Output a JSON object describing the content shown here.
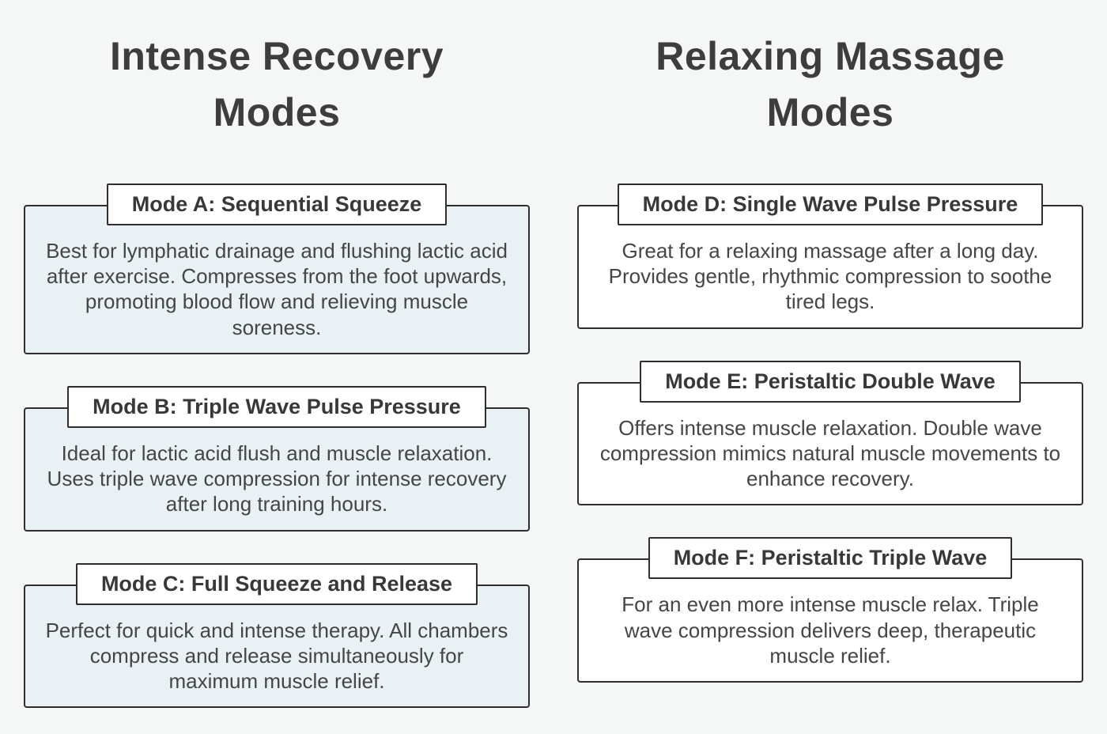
{
  "theme": {
    "page_bg": "#f5f6f6",
    "card_tint": "#e9f1f4",
    "card_white": "#ffffff",
    "border_color": "#2e2e2e",
    "title_color": "#383838",
    "text_color": "#454545",
    "heading_color": "#3d3d3d"
  },
  "columns": [
    {
      "heading": "Intense Recovery Modes",
      "card_fill": "#e9f1f4",
      "cards": [
        {
          "title": "Mode A: Sequential Squeeze",
          "body": "Best for lymphatic drainage and flushing lactic acid after exercise. Compresses from the foot upwards, promoting blood flow and relieving muscle soreness."
        },
        {
          "title": "Mode B: Triple Wave Pulse Pressure",
          "body": "Ideal for lactic acid flush and muscle relaxation. Uses triple wave compression for intense recovery after long training hours."
        },
        {
          "title": "Mode C: Full Squeeze and Release",
          "body": "Perfect for quick and intense therapy. All chambers compress and release simultaneously for maximum muscle relief."
        }
      ]
    },
    {
      "heading": "Relaxing Massage Modes",
      "card_fill": "#ffffff",
      "cards": [
        {
          "title": "Mode D: Single Wave Pulse Pressure",
          "body": "Great for a relaxing massage after a long day. Provides gentle, rhythmic compression to soothe tired legs."
        },
        {
          "title": "Mode E: Peristaltic Double Wave",
          "body": "Offers intense muscle relaxation. Double wave compression mimics natural muscle movements to enhance recovery."
        },
        {
          "title": "Mode F: Peristaltic Triple Wave",
          "body": "For an even more intense muscle relax. Triple wave compression delivers deep, therapeutic muscle relief."
        }
      ]
    }
  ]
}
